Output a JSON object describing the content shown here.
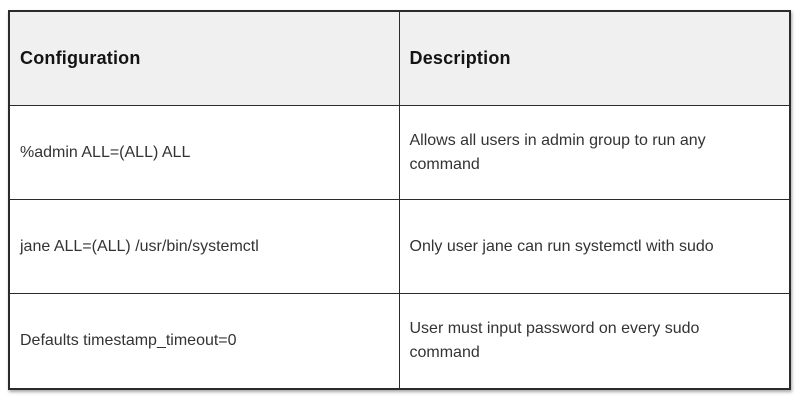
{
  "table": {
    "columns": [
      {
        "label": "Configuration"
      },
      {
        "label": "Description"
      }
    ],
    "rows": [
      {
        "configuration": "%admin ALL=(ALL) ALL",
        "description": "Allows all users in admin group to run any command"
      },
      {
        "configuration": "jane ALL=(ALL) /usr/bin/systemctl",
        "description": "Only user jane can run systemctl with sudo"
      },
      {
        "configuration": "Defaults timestamp_timeout=0",
        "description": "User must input password on every sudo command"
      }
    ],
    "colors": {
      "header_bg": "#f0f0f0",
      "border": "#2b2b2b",
      "header_text": "#141414",
      "body_text": "#333333",
      "page_bg": "#ffffff"
    }
  }
}
